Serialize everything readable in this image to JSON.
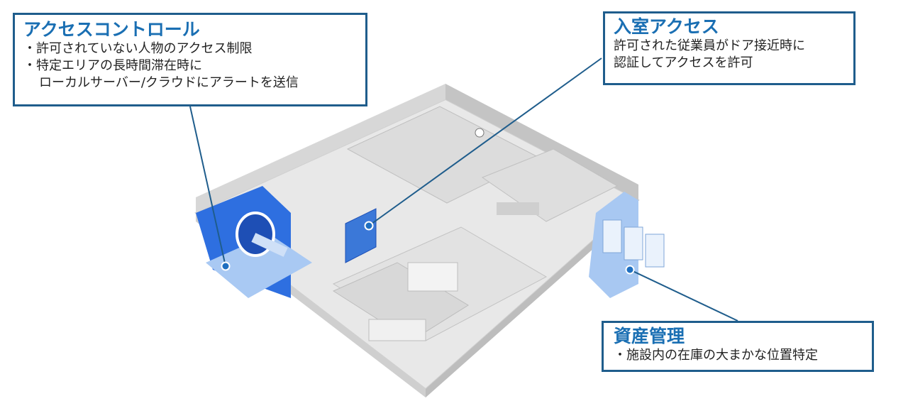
{
  "callouts": {
    "access_control": {
      "title": "アクセスコントロール",
      "lines": [
        "・許可されていない人物のアクセス制限",
        "・特定エリアの長時間滞在時に",
        "ローカルサーバー/クラウドにアラートを送信"
      ]
    },
    "room_entry": {
      "title": "入室アクセス",
      "lines": [
        "許可された従業員がドア接近時に",
        "認証してアクセスを許可"
      ]
    },
    "asset_management": {
      "title": "資産管理",
      "lines": [
        "・施設内の在庫の大まかな位置特定"
      ]
    }
  },
  "colors": {
    "accent_blue": "#1a6fb3",
    "border_blue": "#1f5d8c",
    "highlight_blue": "#2e6fe0",
    "light_blue": "#9cc2f0",
    "floor_gray": "#e9e9e9",
    "wall_gray": "#c9c9c9"
  }
}
